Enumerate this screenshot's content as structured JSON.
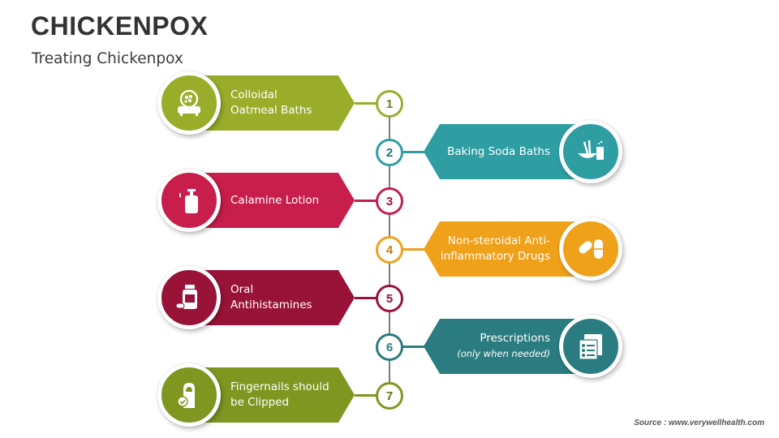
{
  "header": {
    "title": "CHICKENPOX",
    "subtitle": "Treating Chickenpox"
  },
  "footer": {
    "source": "Source : www.verywellhealth.com"
  },
  "steps": [
    {
      "number": "1",
      "label_line1": "Colloidal",
      "label_line2": "Oatmeal Baths",
      "side": "left",
      "color": "#9aad2a",
      "icon": "oatmeal-bath-icon"
    },
    {
      "number": "2",
      "label_line1": "Baking Soda Baths",
      "label_line2": "",
      "side": "right",
      "color": "#2f9ea3",
      "icon": "baking-soda-icon"
    },
    {
      "number": "3",
      "label_line1": "Calamine Lotion",
      "label_line2": "",
      "side": "left",
      "color": "#c81e4c",
      "icon": "lotion-bottle-icon"
    },
    {
      "number": "4",
      "label_line1": "Non-steroidal Anti-",
      "label_line2": "inflammatory Drugs",
      "side": "right",
      "color": "#f0a11a",
      "icon": "capsule-pills-icon"
    },
    {
      "number": "5",
      "label_line1": "Oral",
      "label_line2": "Antihistamines",
      "side": "left",
      "color": "#991339",
      "icon": "medicine-jar-icon"
    },
    {
      "number": "6",
      "label_line1": "Prescriptions",
      "label_line2": "(only when needed)",
      "side": "right",
      "color": "#2a7c80",
      "icon": "prescription-icon"
    },
    {
      "number": "7",
      "label_line1": "Fingernails should",
      "label_line2": "be Clipped",
      "side": "left",
      "color": "#7f9621",
      "icon": "fingernail-icon"
    }
  ]
}
